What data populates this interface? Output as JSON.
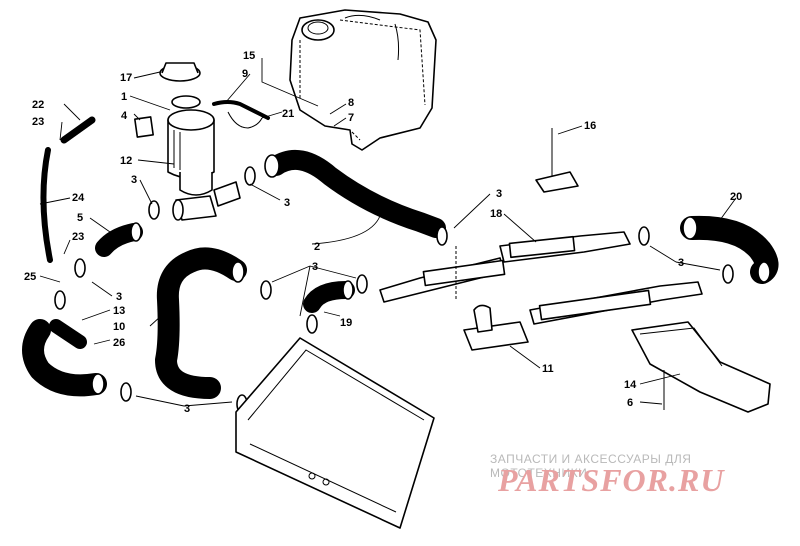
{
  "callouts": [
    {
      "id": "c17",
      "label": "17"
    },
    {
      "id": "c1",
      "label": "1"
    },
    {
      "id": "c4",
      "label": "4"
    },
    {
      "id": "c12",
      "label": "12"
    },
    {
      "id": "c15",
      "label": "15"
    },
    {
      "id": "c9",
      "label": "9"
    },
    {
      "id": "c8",
      "label": "8"
    },
    {
      "id": "c7",
      "label": "7"
    },
    {
      "id": "c21",
      "label": "21"
    },
    {
      "id": "c22",
      "label": "22"
    },
    {
      "id": "c23a",
      "label": "23"
    },
    {
      "id": "c24",
      "label": "24"
    },
    {
      "id": "c23b",
      "label": "23"
    },
    {
      "id": "c25",
      "label": "25"
    },
    {
      "id": "c3a",
      "label": "3"
    },
    {
      "id": "c3b",
      "label": "3"
    },
    {
      "id": "c5",
      "label": "5"
    },
    {
      "id": "c3c",
      "label": "3"
    },
    {
      "id": "c13",
      "label": "13"
    },
    {
      "id": "c10",
      "label": "10"
    },
    {
      "id": "c26",
      "label": "26"
    },
    {
      "id": "c2",
      "label": "2"
    },
    {
      "id": "c3d",
      "label": "3"
    },
    {
      "id": "c19",
      "label": "19"
    },
    {
      "id": "c3e",
      "label": "3"
    },
    {
      "id": "c18",
      "label": "18"
    },
    {
      "id": "c3f",
      "label": "3"
    },
    {
      "id": "c16",
      "label": "16"
    },
    {
      "id": "c20",
      "label": "20"
    },
    {
      "id": "c3g",
      "label": "3"
    },
    {
      "id": "c11",
      "label": "11"
    },
    {
      "id": "c14",
      "label": "14"
    },
    {
      "id": "c6",
      "label": "6"
    }
  ],
  "watermark": {
    "caption": "ЗАПЧАСТИ И АКСЕССУАРЫ ДЛЯ МОТОТЕХНИКИ",
    "logo": "PARTSFOR.RU",
    "logo_color": "#e8a1a1",
    "caption_color": "#b9b9b9"
  }
}
